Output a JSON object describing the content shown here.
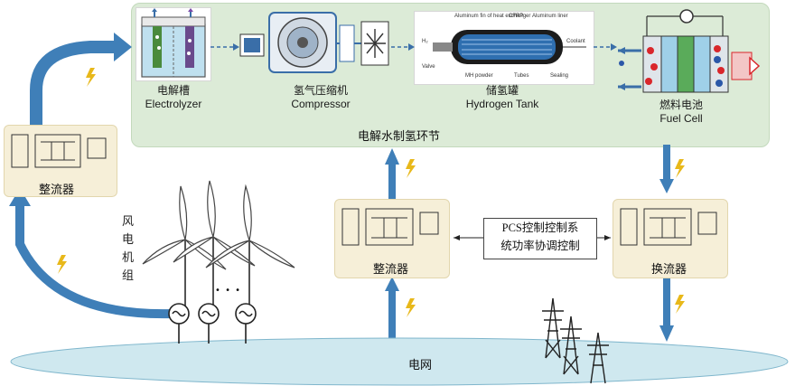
{
  "hydrogen_loop": {
    "title": "电解水制氢环节",
    "equipment": [
      {
        "cn": "电解槽",
        "en": "Electrolyzer"
      },
      {
        "cn": "氢气压缩机",
        "en": "Compressor"
      },
      {
        "cn": "储氢罐",
        "en": "Hydrogen Tank"
      },
      {
        "cn": "燃料电池",
        "en": "Fuel Cell"
      }
    ],
    "tank_labels": {
      "fins": "Aluminum fin of heat exchanger",
      "cfrp": "CFRP",
      "liner": "Aluminum liner",
      "coolant": "Coolant",
      "h2": "H₂",
      "valve": "Valve",
      "powder": "MH powder",
      "tubes": "Tubes",
      "sealing": "Sealing"
    }
  },
  "converters": {
    "left_rectifier": "整流器",
    "middle_rectifier": "整流器",
    "inverter": "换流器"
  },
  "pcs": {
    "line1": "PCS控制控制系",
    "line2": "统功率协调控制"
  },
  "wind": {
    "label_chars": [
      "风",
      "电",
      "机",
      "组"
    ],
    "dots": "• • •"
  },
  "grid": {
    "label": "电网"
  },
  "colors": {
    "loop_bg": "#dcebd7",
    "arrow_blue": "#3f7fb8",
    "converter_bg": "#f6efd8",
    "grid_fill": "#cfe8ef",
    "lightning": "#e8b81a"
  }
}
